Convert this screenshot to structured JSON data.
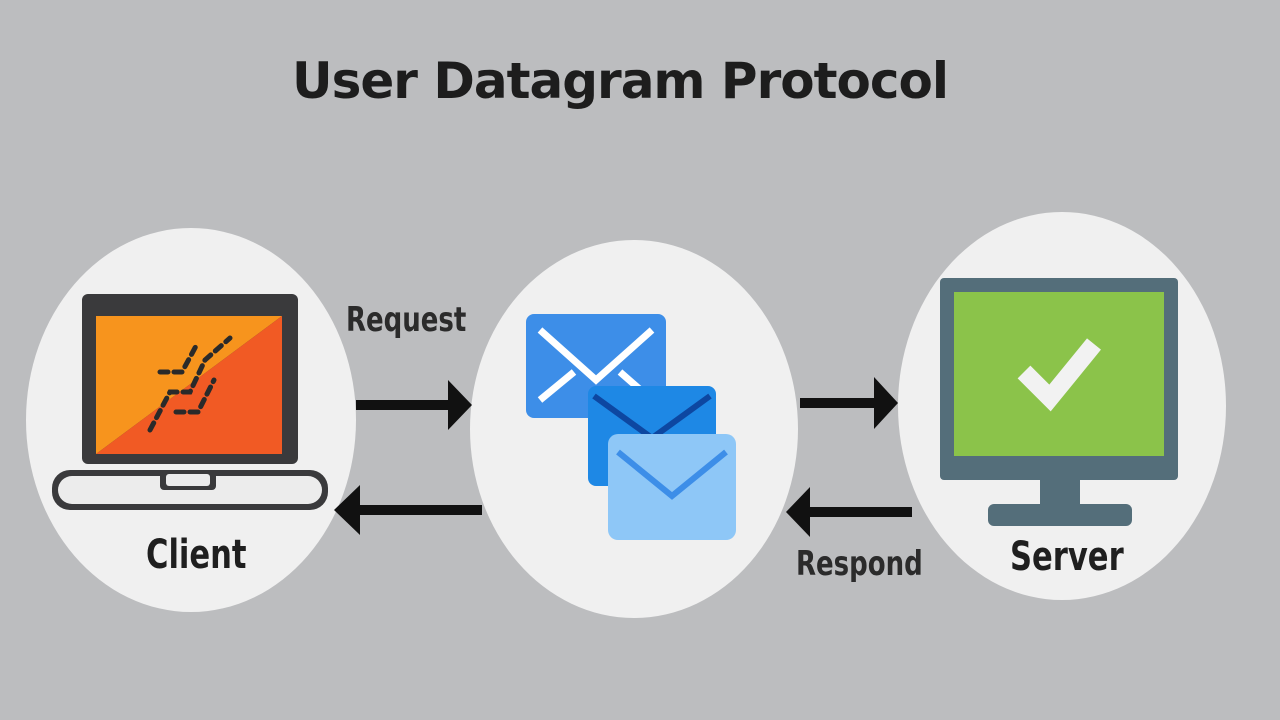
{
  "title": "User Datagram Protocol",
  "nodes": {
    "client": {
      "label": "Client",
      "icon": "laptop-icon"
    },
    "middle": {
      "icon": "envelopes-icon"
    },
    "server": {
      "label": "Server",
      "icon": "monitor-check-icon"
    }
  },
  "edges": {
    "request": {
      "label": "Request"
    },
    "respond": {
      "label": "Respond"
    }
  },
  "colors": {
    "background": "#bcbdbf",
    "circle": "#f0f0f0",
    "laptop_orange": "#f7941d",
    "laptop_red_orange": "#f15a24",
    "envelope_blue": "#3d8ee8",
    "envelope_light_blue": "#8ec7f7",
    "server_green": "#8bc34a",
    "server_frame": "#546e7a"
  }
}
